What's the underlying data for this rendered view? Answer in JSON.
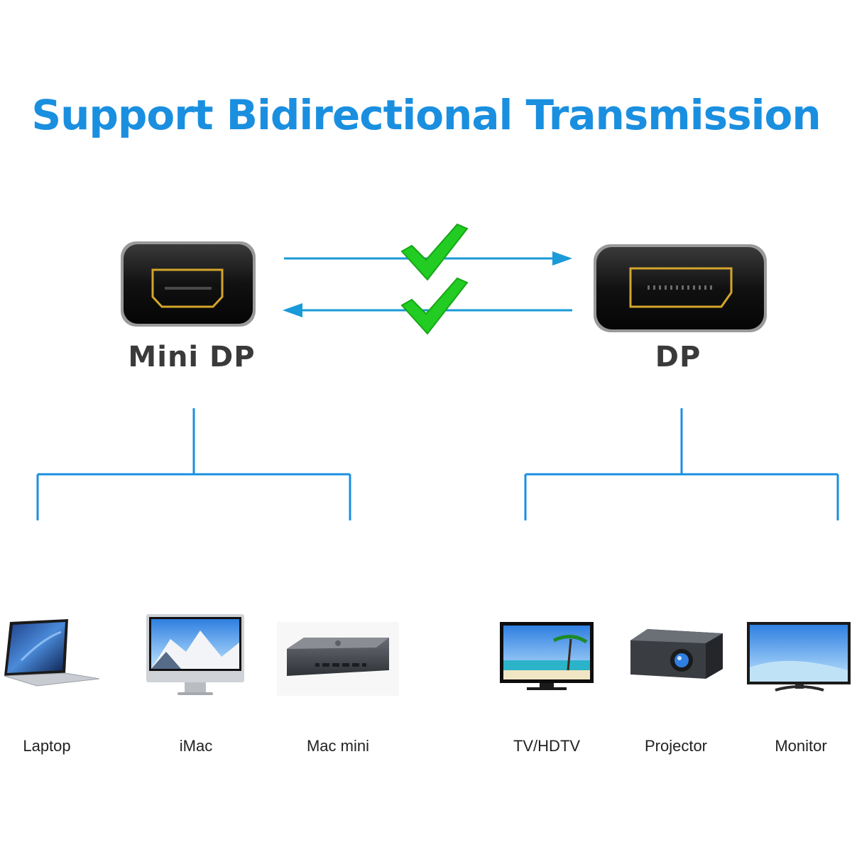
{
  "title": "Support Bidirectional Transmission",
  "ports": {
    "left": {
      "label": "Mini DP"
    },
    "right": {
      "label": "DP"
    }
  },
  "colors": {
    "title": "#1a8fe0",
    "lines": "#1a8fe0",
    "check": "#22cc22",
    "connector_gold": "#d4a52a"
  },
  "devices": {
    "left": [
      "Laptop",
      "iMac",
      "Mac mini"
    ],
    "right": [
      "TV/HDTV",
      "Projector",
      "Monitor"
    ]
  },
  "icons": {
    "checks": [
      "check-icon",
      "check-icon"
    ],
    "arrows": [
      "arrow-right-icon",
      "arrow-left-icon"
    ]
  }
}
